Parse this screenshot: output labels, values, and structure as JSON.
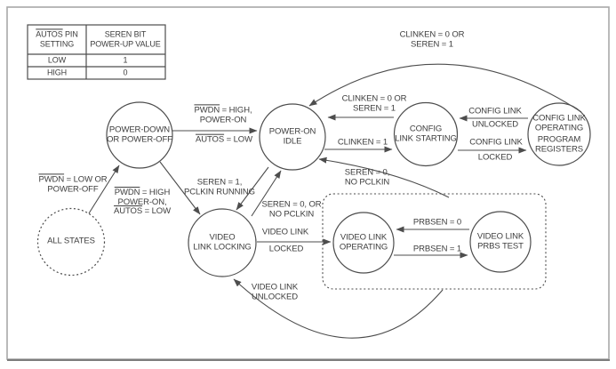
{
  "figure": {
    "type": "state-diagram",
    "background": "#ffffff"
  },
  "colors": {
    "line": "#4d4d4d",
    "text": "#3d3d3d",
    "frame": "#a8a8a8"
  },
  "table": {
    "col1_header_ov": "AUTOS",
    "col1_header_rest": " PIN",
    "col1_header_line2": "SETTING",
    "col2_header_line1": "SEREN BIT",
    "col2_header_line2": "POWER-UP VALUE",
    "rows": [
      {
        "setting": "LOW",
        "value": "1"
      },
      {
        "setting": "HIGH",
        "value": "0"
      }
    ]
  },
  "states": {
    "all_states": {
      "line1": "ALL STATES"
    },
    "power_down": {
      "line1": "POWER-DOWN",
      "line2": "OR POWER-OFF"
    },
    "power_on_idle": {
      "line1": "POWER-ON",
      "line2": "IDLE"
    },
    "config_link_starting": {
      "line1": "CONFIG",
      "line2": "LINK STARTING"
    },
    "config_link_operating": {
      "line1": "CONFIG LINK",
      "line2": "OPERATING",
      "line3": "PROGRAM",
      "line4": "REGISTERS"
    },
    "video_link_locking": {
      "line1": "VIDEO",
      "line2": "LINK LOCKING"
    },
    "video_link_operating": {
      "line1": "VIDEO LINK",
      "line2": "OPERATING"
    },
    "video_link_prbs_test": {
      "line1": "VIDEO LINK",
      "line2": "PRBS TEST"
    }
  },
  "transitions": {
    "all_to_powerdown": {
      "l1_ov": "PWDN",
      "l1": " = LOW OR",
      "l2": "POWER-OFF"
    },
    "powerdown_to_idle": {
      "l1_ov": "PWDN",
      "l1": " = HIGH,",
      "l2": "POWER-ON",
      "l3_ov": "AUTOS",
      "l3": " = LOW"
    },
    "powerdown_to_locking": {
      "l1_ov": "PWDN",
      "l1": " = HIGH",
      "l2": "POWER-ON,",
      "l3_ov": "AUTOS",
      "l3": " = LOW"
    },
    "idle_to_locking": {
      "l1": "SEREN = 1,",
      "l2": "PCLKIN RUNNING"
    },
    "locking_to_idle": {
      "l1": "SEREN = 0, OR",
      "l2": "NO PCLKIN"
    },
    "starting_to_idle": {
      "l1": "CLINKEN = 0 OR",
      "l2": "SEREN = 1"
    },
    "idle_to_starting": {
      "l1": "CLINKEN = 1"
    },
    "operating_to_starting": {
      "l1": "CONFIG LINK",
      "l2": "UNLOCKED"
    },
    "starting_to_operating": {
      "l1": "CONFIG LINK",
      "l2": "LOCKED"
    },
    "operating_to_idle_arc": {
      "l1": "CLINKEN = 0 OR",
      "l2": "SEREN = 1"
    },
    "video_to_idle": {
      "l1": "SEREN = 0,",
      "l2": "NO PCLKIN"
    },
    "locking_to_video": {
      "l1": "VIDEO LINK",
      "l2": "LOCKED"
    },
    "video_unlocked_arc": {
      "l1": "VIDEO LINK",
      "l2": "UNLOCKED"
    },
    "prbs_to_operating": {
      "l1": "PRBSEN = 0"
    },
    "operating_to_prbs": {
      "l1": "PRBSEN = 1"
    }
  }
}
